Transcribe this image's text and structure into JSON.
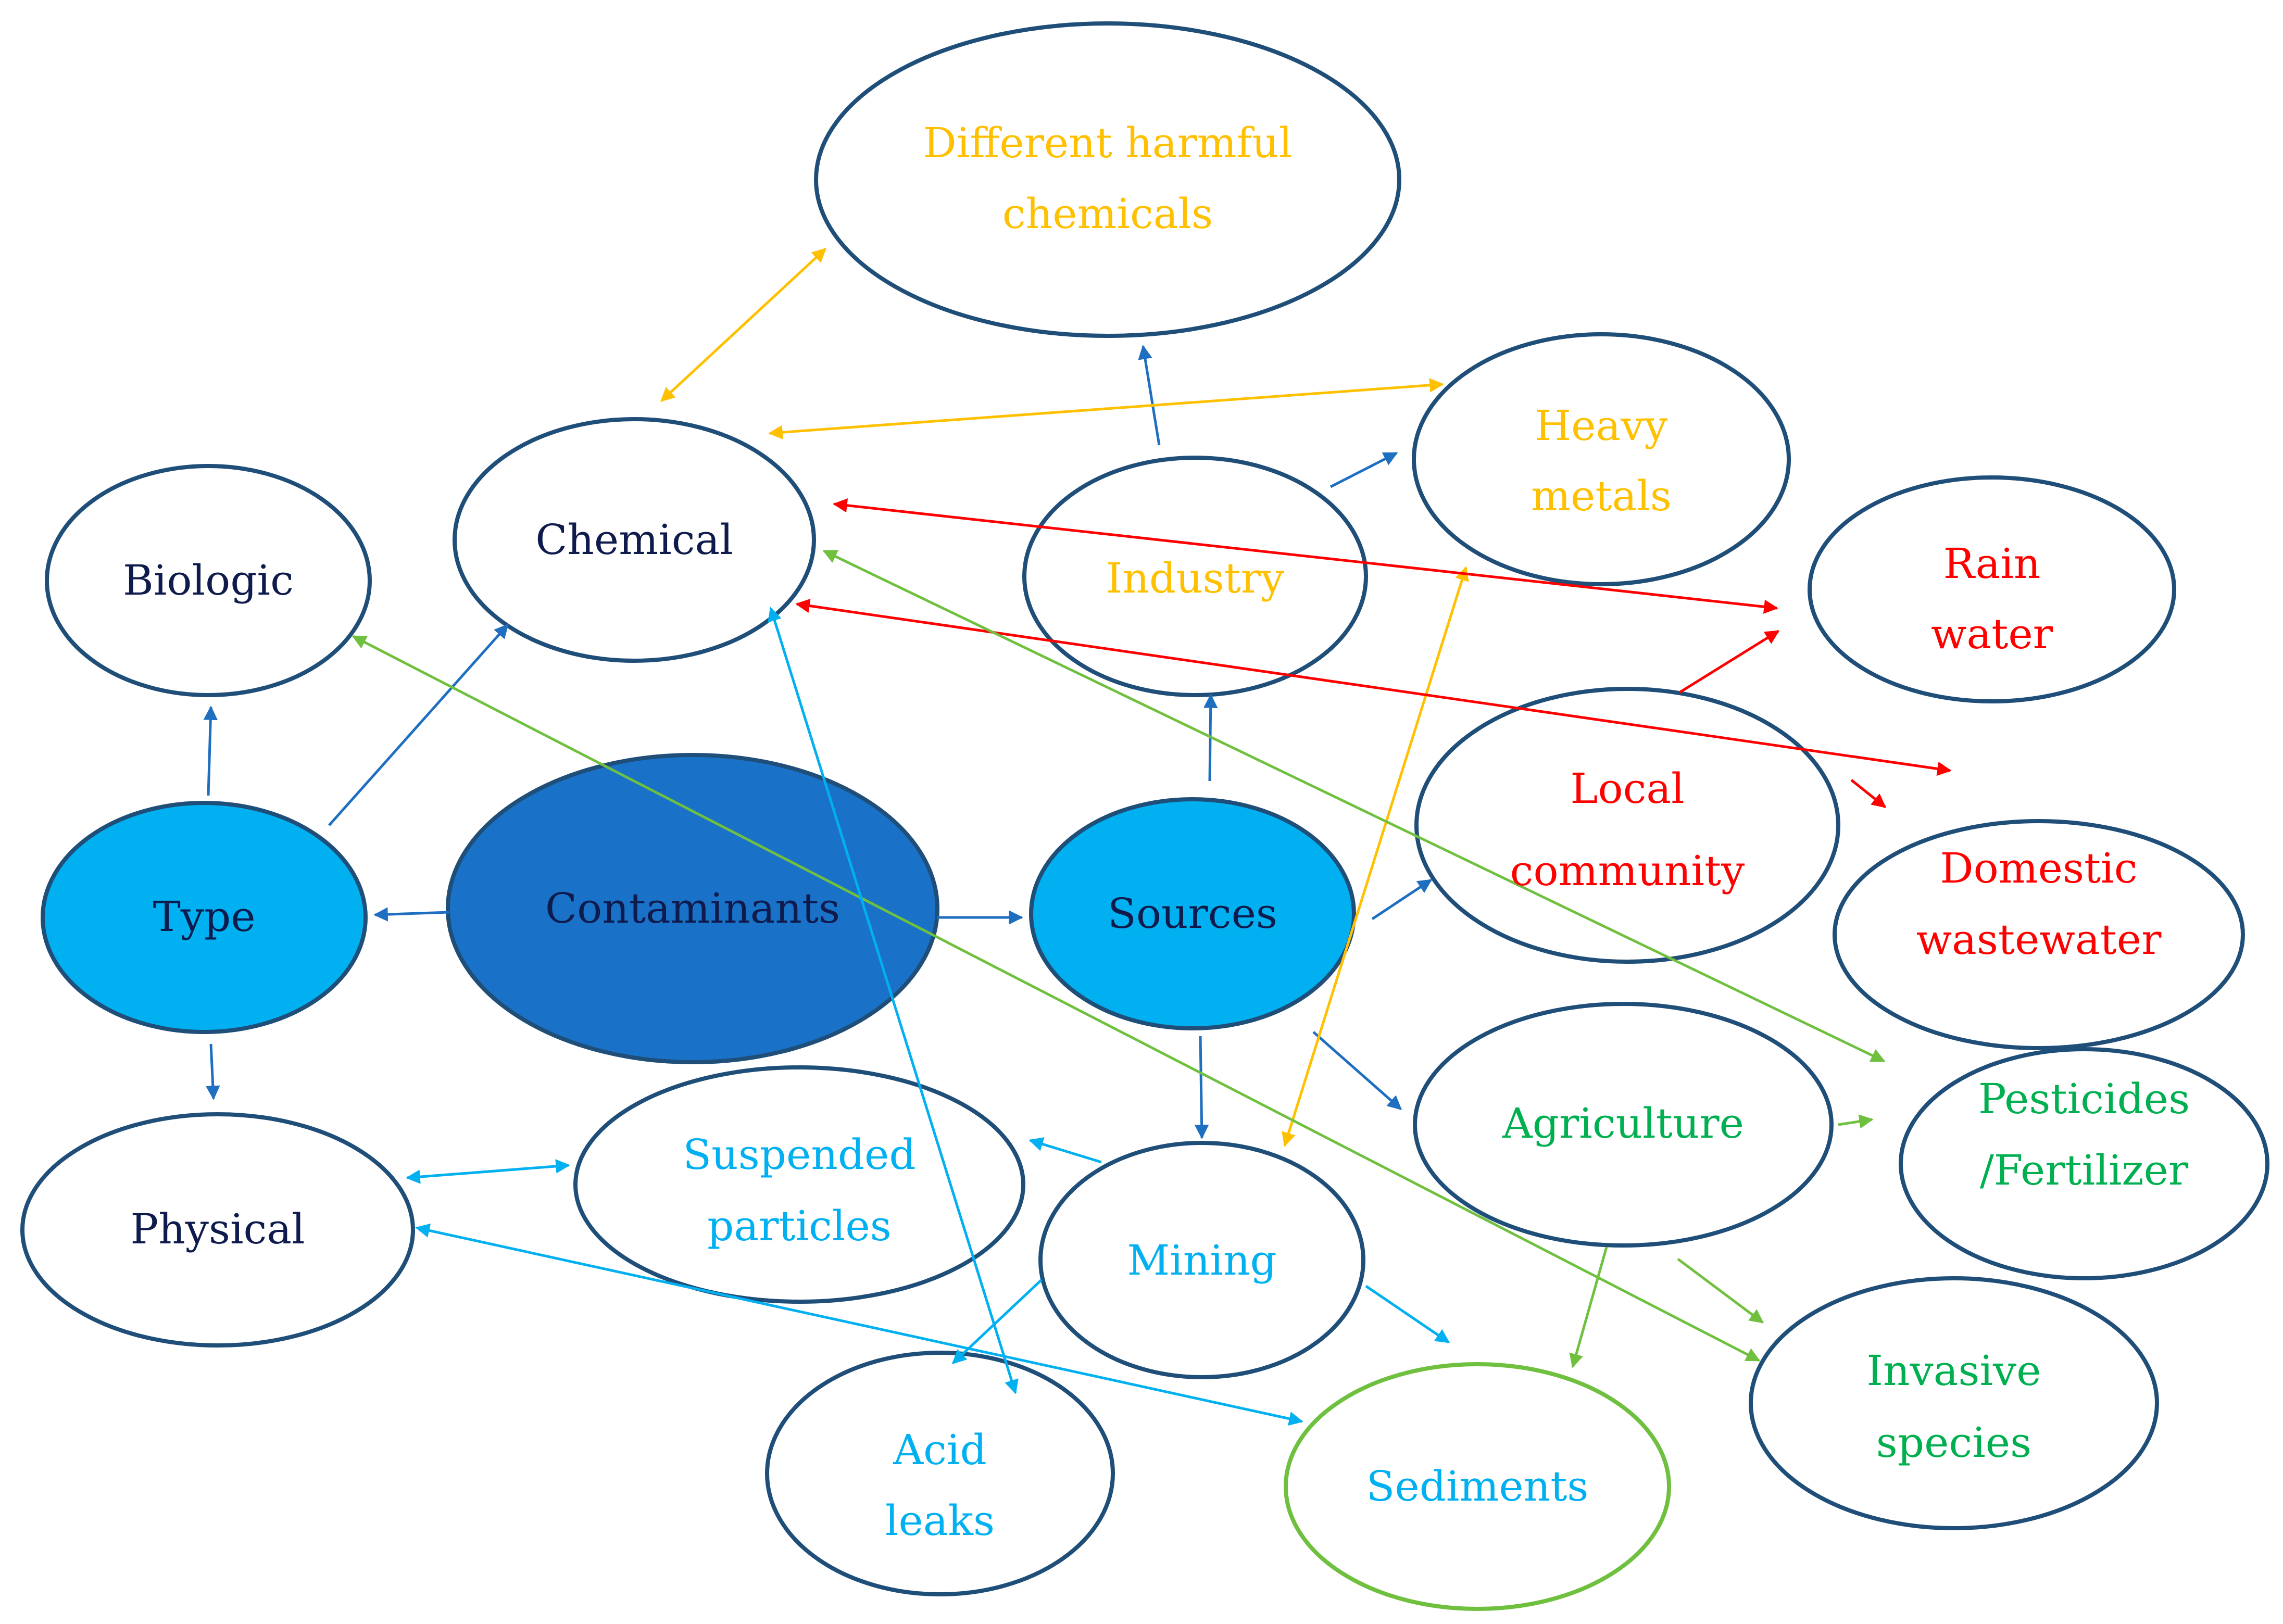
{
  "colors": {
    "navy_border": "#1F4E79",
    "dark_blue_fill": "#1A72C8",
    "light_blue_fill": "#00B0F0",
    "dark_text": "#0F1B4C",
    "orange": "#FFC000",
    "red": "#FF0000",
    "green": "#00B050",
    "light_green": "#70C040",
    "cyan": "#00B0F0",
    "blue_arrow": "#1F6FC0"
  },
  "nodes": {
    "contaminants": {
      "label": "Contaminants"
    },
    "type": {
      "label": "Type"
    },
    "sources": {
      "label": "Sources"
    },
    "biologic": {
      "label": "Biologic"
    },
    "chemical": {
      "label": "Chemical"
    },
    "physical": {
      "label": "Physical"
    },
    "harmful_chemicals": {
      "line1": "Different harmful",
      "line2": "chemicals"
    },
    "heavy_metals": {
      "line1": "Heavy",
      "line2": "metals"
    },
    "industry": {
      "label": "Industry"
    },
    "rain_water": {
      "line1": "Rain",
      "line2": "water"
    },
    "local_community": {
      "line1": "Local",
      "line2": "community"
    },
    "domestic_wastewater": {
      "line1": "Domestic",
      "line2": "wastewater"
    },
    "agriculture": {
      "label": "Agriculture"
    },
    "pesticides": {
      "line1": "Pesticides",
      "line2": "/Fertilizer"
    },
    "suspended_particles": {
      "line1": "Suspended",
      "line2": "particles"
    },
    "mining": {
      "label": "Mining"
    },
    "acid_leaks": {
      "line1": "Acid",
      "line2": "leaks"
    },
    "sediments": {
      "label": "Sediments"
    },
    "invasive_species": {
      "line1": "Invasive",
      "line2": "species"
    }
  }
}
